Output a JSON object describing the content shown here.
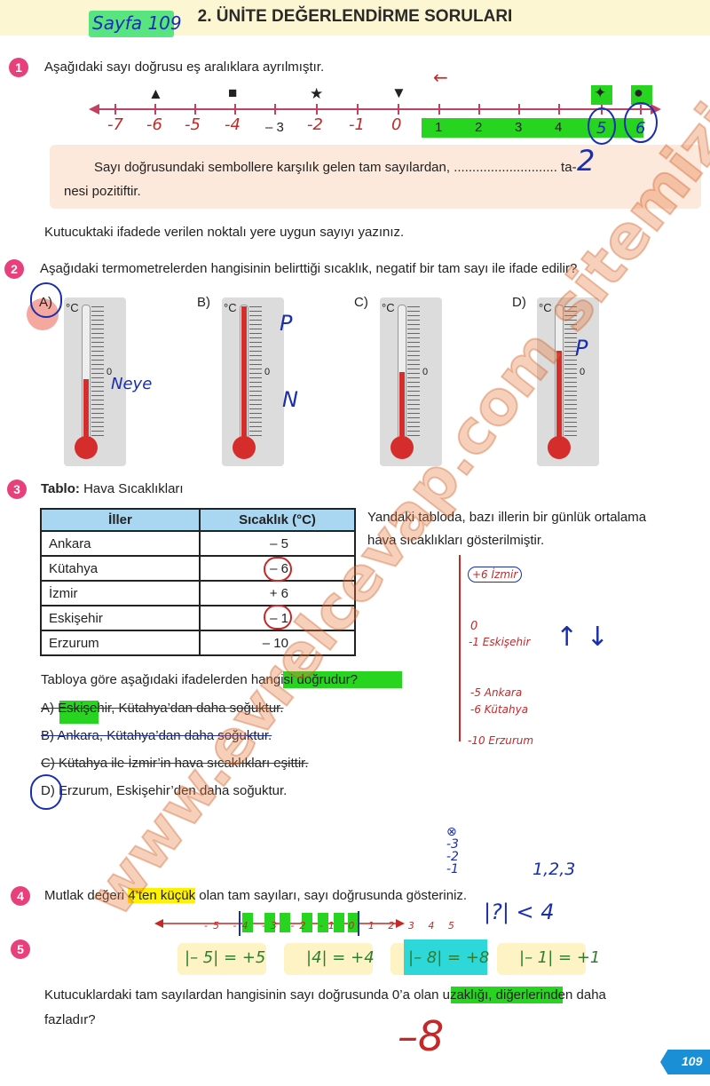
{
  "header": {
    "page_label_handwritten": "Sayfa 109",
    "title": "2. ÜNİTE DEĞERLENDİRME SORULARI"
  },
  "q1": {
    "number": "1",
    "text": "Aşağıdaki sayı doğrusu eş aralıklara ayrılmıştır.",
    "symbols": [
      "▲",
      "■",
      "★",
      "▼",
      "✦",
      "●"
    ],
    "ticks": [
      "1",
      "2",
      "3",
      "4",
      "– 3"
    ],
    "handwritten_ticks": [
      "-7",
      "-6",
      "-5",
      "-4",
      "-2",
      "-1",
      "0",
      "5",
      "6"
    ],
    "box_text_1": "Sayı doğrusundaki sembollere karşılık gelen tam sayılardan, ............................ ta-",
    "box_text_2": "nesi pozitiftir.",
    "handwritten_answer": "2",
    "instruction": "Kutucuktaki ifadede verilen noktalı yere uygun sayıyı yazınız."
  },
  "q2": {
    "number": "2",
    "text": "Aşağıdaki termometrelerden hangisinin belirttiği sıcaklık, negatif bir tam sayı ile ifade edilir?",
    "options": [
      "A)",
      "B)",
      "C)",
      "D)"
    ],
    "unit": "°C",
    "zero": "0",
    "handwritten": [
      "Neye",
      "P",
      "N",
      "P"
    ]
  },
  "q3": {
    "number": "3",
    "table_title_bold": "Tablo:",
    "table_title": "Hava Sıcaklıkları",
    "col_headers": [
      "İller",
      "Sıcaklık (°C)"
    ],
    "rows": [
      {
        "city": "Ankara",
        "temp": "– 5"
      },
      {
        "city": "Kütahya",
        "temp": "– 6"
      },
      {
        "city": "İzmir",
        "temp": "+ 6"
      },
      {
        "city": "Eskişehir",
        "temp": "– 1"
      },
      {
        "city": "Erzurum",
        "temp": "– 10"
      }
    ],
    "side_text_1": "Yandaki tabloda, bazı illerin bir günlük ortalama",
    "side_text_2": "hava sıcaklıkları gösterilmiştir.",
    "prompt": "Tabloya göre aşağıdaki ifadelerden hangisi doğrudur?",
    "choices": [
      "A) Eskişehir, Kütahya’dan daha soğuktur.",
      "B) Ankara, Kütahya’dan daha soğuktur.",
      "C) Kütahya ile İzmir’in hava sıcaklıkları eşittir.",
      "D) Erzurum, Eskişehir’den daha soğuktur."
    ],
    "handwritten_scale": [
      "+6 İzmir",
      "0",
      "-1 Eskişehir",
      "-5 Ankara",
      "-6 Kütahya",
      "-10 Erzurum"
    ]
  },
  "q4": {
    "number": "4",
    "text_before": "Mutlak değeri ",
    "highlight": "4’ten küçük",
    "text_after": " olan tam sayıları, sayı doğrusunda gösteriniz.",
    "handwritten_note": "1,2,3",
    "handwritten_ineq": "|?| < 4",
    "handwritten_ticks": [
      "-5",
      "-4",
      "-3",
      "-2",
      "-1",
      "0",
      "1",
      "2",
      "3",
      "4",
      "5"
    ]
  },
  "q5": {
    "number": "5",
    "boxes": [
      "|– 5| = +5",
      "|4| = +4",
      "|– 8| = +8",
      "|– 1| = +1"
    ],
    "text_1": "Kutucuklardaki tam sayılardan hangisinin sayı doğrusunda 0’a olan uzaklığı, diğerlerinden daha",
    "text_2": "fazladır?",
    "handwritten_answer": "–8"
  },
  "footer": {
    "page_number": "109"
  },
  "watermark": "www.evrelcevap.com sitemizi ziyaret ediniz",
  "colors": {
    "accent_pink": "#e8407a",
    "highlight_green": "#27d420",
    "highlight_yellow": "#fff200",
    "pen_blue": "#1a2fb0",
    "pen_red": "#c62828",
    "table_header": "#a9d6f0",
    "footer_blue": "#1a8fd6"
  }
}
